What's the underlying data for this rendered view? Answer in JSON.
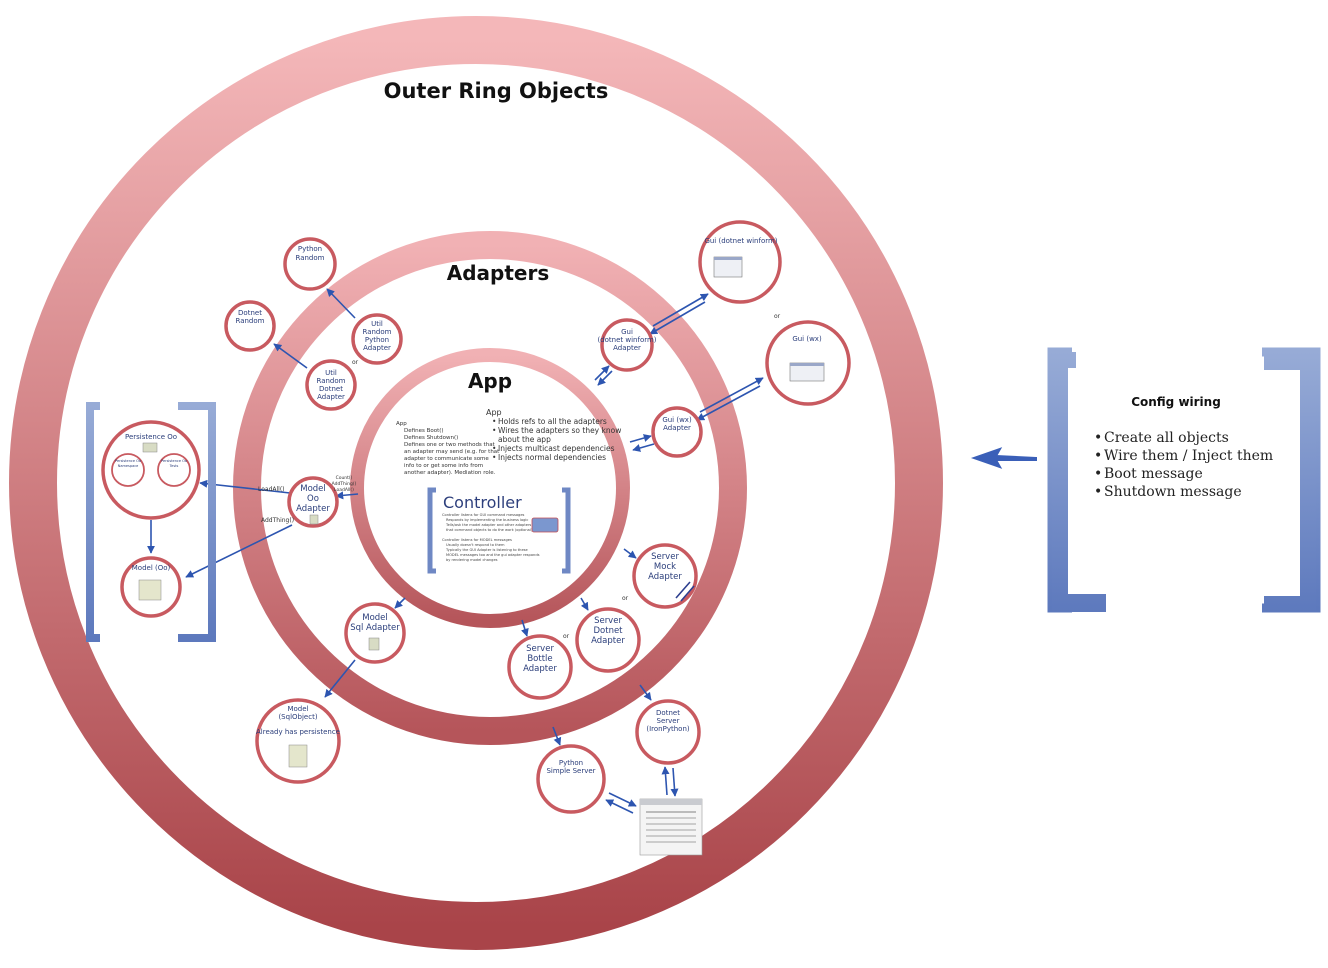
{
  "outer_ring": {
    "title": "Outer Ring Objects"
  },
  "adapters_ring": {
    "title": "Adapters"
  },
  "app_ring": {
    "title": "App",
    "left_notes": {
      "title": "App",
      "items": [
        "Defines Boot()",
        "Defines Shutdown()",
        "Defines one or two methods that",
        "an adapter may send (e.g. for that",
        "adapter to communicate some",
        "info to or get some info from",
        "another adapter). Mediation role."
      ]
    },
    "right_notes": {
      "title": "App",
      "items": [
        "Holds refs to all the adapters",
        "Wires the adapters so they know",
        "about the app",
        "Injects multicast dependencies",
        "Injects normal dependencies"
      ]
    },
    "controller": {
      "title": "Controller",
      "lines": [
        "Controller listens for GUI command messages",
        "Responds by implementing the business logic",
        "Tells/ask the model adapter and other adapters",
        "that command objects to do the work (optional)",
        "",
        "Controller listens for MODEL messages",
        "Usually doesn't respond to them",
        "Typically the GUI Adapter is listening to these",
        "MODEL messages too and the gui adapter responds",
        "by rendering model changes"
      ]
    }
  },
  "nodes": {
    "python_random": [
      "Python",
      "Random"
    ],
    "dotnet_random": [
      "Dotnet",
      "Random"
    ],
    "util_random_python": [
      "Util",
      "Random",
      "Python",
      "Adapter"
    ],
    "util_random_dotnet": [
      "Util",
      "Random",
      "Dotnet",
      "Adapter"
    ],
    "persistence_oo": "Persistence Oo",
    "persistence_inner_1": [
      "Persistence Oo",
      "Namespace"
    ],
    "persistence_inner_2": [
      "Persistence Oo",
      "Tests"
    ],
    "model_oo": "Model (Oo)",
    "model_oo_adapter": [
      "Model",
      "Oo",
      "Adapter"
    ],
    "model_sql_adapter": [
      "Model",
      "Sql Adapter"
    ],
    "model_sqlobject": [
      "Model",
      "(SqlObject)"
    ],
    "already_persistence": "Already has persistence",
    "gui_winform_adapter": [
      "Gui",
      "(dotnet winform)",
      "Adapter"
    ],
    "gui_winform": "Gui (dotnet winform)",
    "gui_wx": "Gui (wx)",
    "gui_wx_adapter": [
      "Gui (wx)",
      "Adapter"
    ],
    "server_mock": [
      "Server",
      "Mock",
      "Adapter"
    ],
    "server_dotnet_adapter": [
      "Server",
      "Dotnet",
      "Adapter"
    ],
    "server_bottle": [
      "Server",
      "Bottle",
      "Adapter"
    ],
    "dotnet_server": [
      "Dotnet",
      "Server",
      "(IronPython)"
    ],
    "python_simple_server": [
      "Python",
      "Simple Server"
    ]
  },
  "labels": {
    "or": "or",
    "load_all": "LoadAll()",
    "add_thing": "AddThing()",
    "count_label": [
      "Count()",
      "AddThing()",
      "LoadAll()"
    ]
  },
  "config_wiring": {
    "title": "Config wiring",
    "items": [
      "Create all objects",
      "Wire them / Inject them",
      "Boot message",
      "Shutdown message"
    ]
  },
  "colors": {
    "ring_top": "#f3b6b8",
    "ring_bottom": "#a9474b",
    "bracket": "#6f88c4",
    "arrow": "#2d55b0",
    "node_border": "#c85a60"
  }
}
